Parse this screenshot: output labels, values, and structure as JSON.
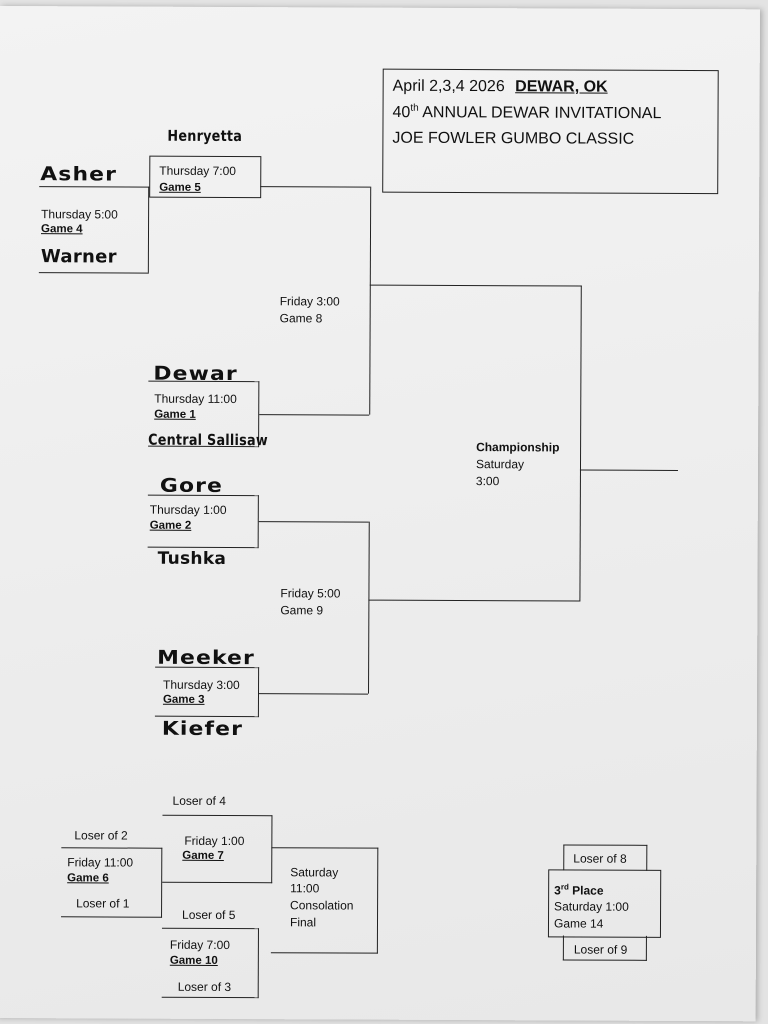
{
  "title": {
    "dates": "April 2,3,4 2026",
    "location": "DEWAR, OK",
    "ordinal_num": "40",
    "ordinal_suffix": "th",
    "line2_rest": "ANNUAL DEWAR INVITATIONAL",
    "line3": "JOE FOWLER GUMBO CLASSIC"
  },
  "teams": {
    "henryetta": "Henryetta",
    "asher": "Asher",
    "warner": "Warner",
    "dewar": "Dewar",
    "central_sallisaw": "Central Sallisaw",
    "gore": "Gore",
    "tushka": "Tushka",
    "meeker": "Meeker",
    "kiefer": "Kiefer"
  },
  "games": {
    "g5": {
      "time": "Thursday 7:00",
      "label": "Game 5"
    },
    "g4": {
      "time": "Thursday 5:00",
      "label": "Game 4"
    },
    "g8": {
      "time": "Friday 3:00",
      "label": "Game 8"
    },
    "g1": {
      "time": "Thursday 11:00",
      "label": "Game 1"
    },
    "g2": {
      "time": "Thursday 1:00",
      "label": "Game 2"
    },
    "g9": {
      "time": "Friday 5:00",
      "label": "Game 9"
    },
    "g3": {
      "time": "Thursday 3:00",
      "label": "Game 3"
    },
    "championship": {
      "label": "Championship",
      "day": "Saturday",
      "time": "3:00"
    },
    "g7": {
      "source": "Loser of 4",
      "time": "Friday 1:00",
      "label": "Game 7"
    },
    "g6": {
      "source_top": "Loser of 2",
      "time": "Friday 11:00",
      "label": "Game 6",
      "source_bottom": "Loser of 1"
    },
    "g10": {
      "source_top": "Loser of 5",
      "time": "Friday 7:00",
      "label": "Game 10",
      "source_bottom": "Loser of 3"
    },
    "consolation": {
      "day": "Saturday",
      "time": "11:00",
      "label1": "Consolation",
      "label2": "Final"
    },
    "third": {
      "source_top": "Loser of 8",
      "num": "3",
      "suffix": "rd",
      "place": "Place",
      "time": "Saturday 1:00",
      "label": "Game 14",
      "source_bottom": "Loser of 9"
    }
  }
}
